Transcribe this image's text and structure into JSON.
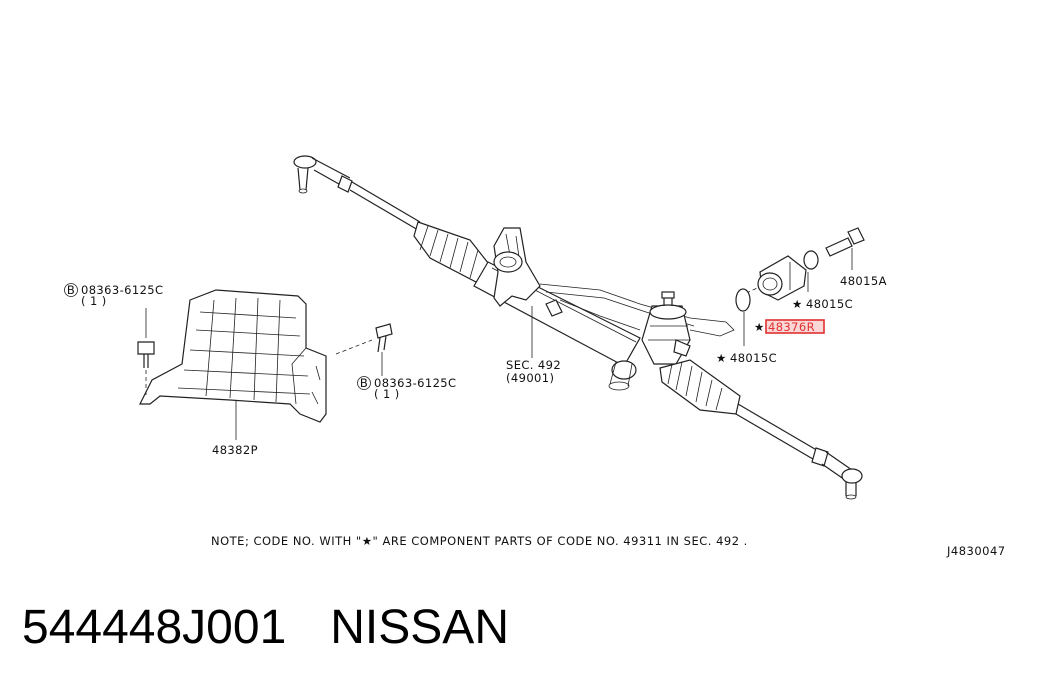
{
  "labels": {
    "bolt_left": "08363-6125C",
    "bolt_left_qty": "( 1 )",
    "bolt_right": "08363-6125C",
    "bolt_right_qty": "( 1 )",
    "cover": "48382P",
    "sec_ref": "SEC. 492",
    "sec_ref_sub": "(49001)",
    "washer_lower": "48015C",
    "washer_upper": "48015C",
    "bolt_mount": "48015A",
    "highlighted_part": "48376R",
    "circle_b": "B",
    "star": "★"
  },
  "note": "NOTE; CODE NO. WITH \"★\" ARE COMPONENT PARTS OF CODE NO. 49311 IN SEC. 492 .",
  "figure_id": "J4830047",
  "footer": {
    "part_number": "544448J001",
    "brand": "NISSAN"
  },
  "colors": {
    "highlight": "#e03030",
    "highlight_fill": "#fbd7d7",
    "line": "#222222"
  }
}
